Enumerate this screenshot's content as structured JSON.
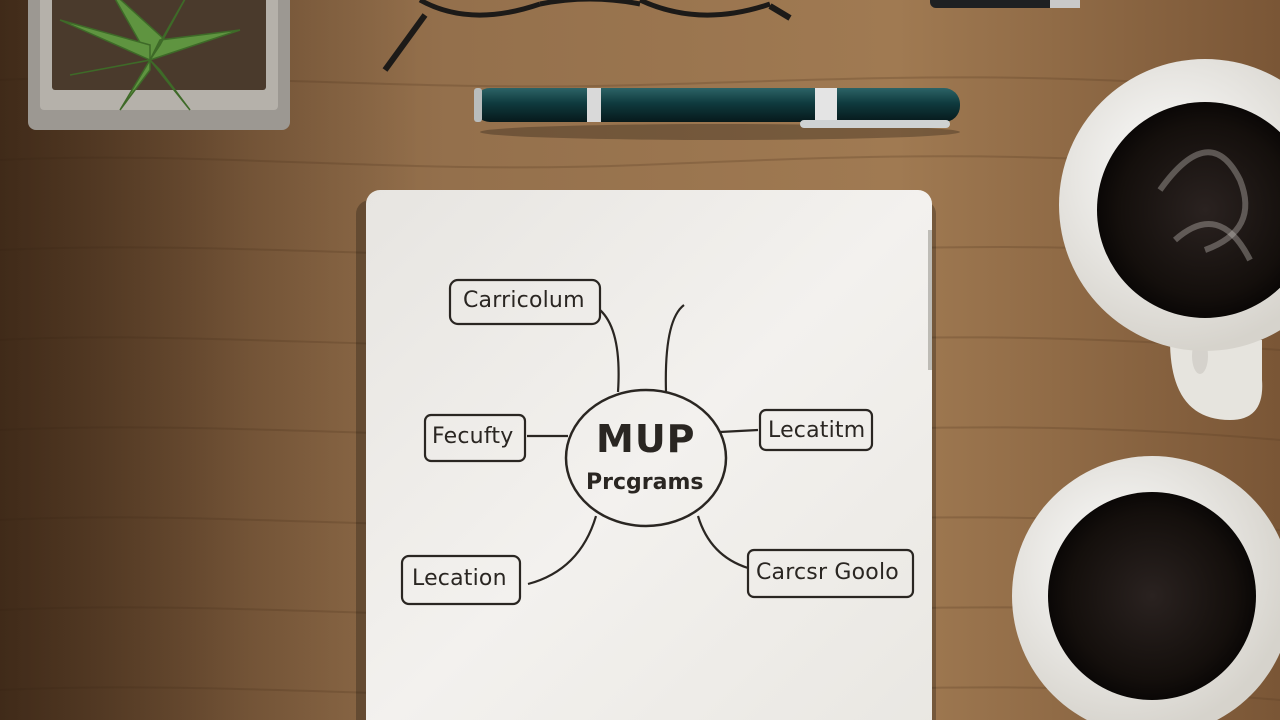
{
  "mindmap": {
    "center": {
      "title": "MUP",
      "subtitle": "Prcgrams"
    },
    "nodes": {
      "top_left": "Carricolum",
      "left": "Fecufty",
      "right": "Lecatitm",
      "bottom_left": "Lecation",
      "bottom_right": "Carcsr Goolo"
    }
  },
  "colors": {
    "desk": "#8a6442",
    "paper": "#efedea",
    "ink": "#2a2622",
    "pen_body": "#0f3a3e",
    "coffee": "#1a1512",
    "mug": "#f1f0ec",
    "plant": "#5a8a3c"
  }
}
